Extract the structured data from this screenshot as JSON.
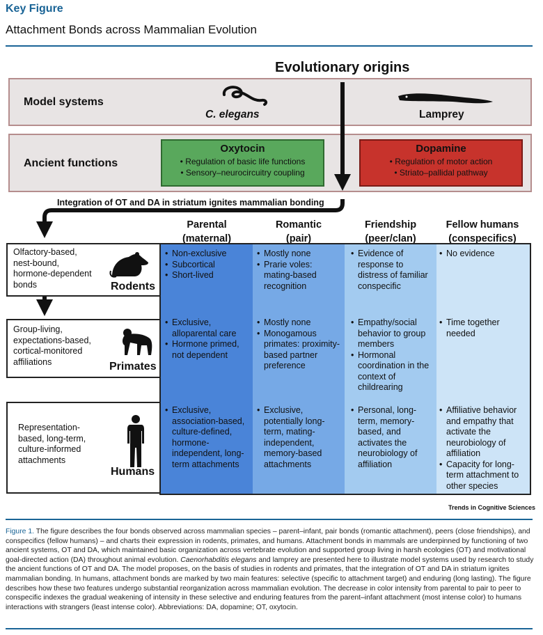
{
  "header": {
    "kicker": "Key Figure",
    "title": "Attachment Bonds across Mammalian Evolution"
  },
  "diagram": {
    "origins": "Evolutionary origins",
    "model_systems_label": "Model systems",
    "ancient_functions_label": "Ancient functions",
    "models": [
      {
        "name": "C. elegans",
        "icon": "worm-icon"
      },
      {
        "name": "Lamprey",
        "icon": "lamprey-icon"
      }
    ],
    "functions": [
      {
        "title": "Oxytocin",
        "color": "#59a85c",
        "items": [
          "Regulation of basic life functions",
          "Sensory–neurocircuitry coupling"
        ]
      },
      {
        "title": "Dopamine",
        "color": "#c7332c",
        "items": [
          "Regulation of motor action",
          "Striato–pallidal pathway"
        ]
      }
    ],
    "integration": "Integration of OT and DA in striatum ignites mammalian bonding",
    "columns": [
      {
        "line1": "Parental",
        "line2": "(maternal)",
        "color": "#4a84d8"
      },
      {
        "line1": "Romantic",
        "line2": "(pair)",
        "color": "#76a9e6"
      },
      {
        "line1": "Friendship",
        "line2": "(peer/clan)",
        "color": "#a3cbf0"
      },
      {
        "line1": "Fellow humans",
        "line2": "(conspecifics)",
        "color": "#cde4f7"
      }
    ],
    "rows": [
      {
        "desc": [
          "Olfactory-based,",
          "nest-bound,",
          "hormone-dependent",
          "bonds"
        ],
        "name": "Rodents",
        "icon": "rodent-icon",
        "cells": [
          [
            "Non-exclusive",
            "Subcortical",
            "Short-lived"
          ],
          [
            "Mostly none",
            "Prarie voles: mating-based recognition"
          ],
          [
            "Evidence of response to distress of familiar conspecific"
          ],
          [
            "No evidence"
          ]
        ]
      },
      {
        "desc": [
          "Group-living,",
          "expectations-based,",
          "cortical-monitored",
          "affiliations"
        ],
        "name": "Primates",
        "icon": "chimpanzee-icon",
        "cells": [
          [
            "Exclusive, alloparental care",
            "Hormone primed, not dependent"
          ],
          [
            "Mostly none",
            "Monogamous primates: proximity-based partner preference"
          ],
          [
            "Empathy/social behavior to group members",
            "Hormonal coordination in the context of childrearing"
          ],
          [
            "Time together needed"
          ]
        ]
      },
      {
        "desc": [
          "Representation-",
          "based, long-term,",
          "culture-informed",
          "attachments"
        ],
        "name": "Humans",
        "icon": "human-icon",
        "cells": [
          [
            "Exclusive, association-based, culture-defined, hormone-independent, long-term attachments"
          ],
          [
            "Exclusive, potentially long-term, mating-independent, memory-based attachments"
          ],
          [
            "Personal, long-term, memory-based, and activates the neurobiology of affiliation"
          ],
          [
            "Affiliative behavior and empathy that activate the neurobiology of affiliation",
            "Capacity for long-term attachment to other species"
          ]
        ]
      }
    ],
    "source": "Trends in Cognitive Sciences"
  },
  "caption": {
    "lead": "Figure 1.",
    "part1": "The figure describes the four bonds observed across mammalian species – parent–infant, pair bonds (romantic attachment), peers (close friendships), and conspecifics (fellow humans) – and charts their expression in rodents, primates, and humans. Attachment bonds in mammals are underpinned by functioning of two ancient systems, OT and DA, which maintained basic organization across vertebrate evolution and supported group living in harsh ecologies (OT) and motivational goal-directed action (DA) throughout animal evolution.",
    "italic": "Caenorhabditis elegans",
    "part2": "and lamprey are presented here to illustrate model systems used by research to study the ancient functions of OT and DA. The model proposes, on the basis of studies in rodents and primates, that the integration of OT and DA in striatum ignites mammalian bonding. In humans, attachment bonds are marked by two main features: selective (specific to attachment target) and enduring (long lasting). The figure describes how these two features undergo substantial reorganization across mammalian evolution. The decrease in color intensity from parental to pair to peer to conspecific indexes the gradual weakening of intensity in these selective and enduring features from the parent–infant attachment (most intense color) to humans interactions with strangers (least intense color). Abbreviations: DA, dopamine; OT, oxytocin."
  }
}
